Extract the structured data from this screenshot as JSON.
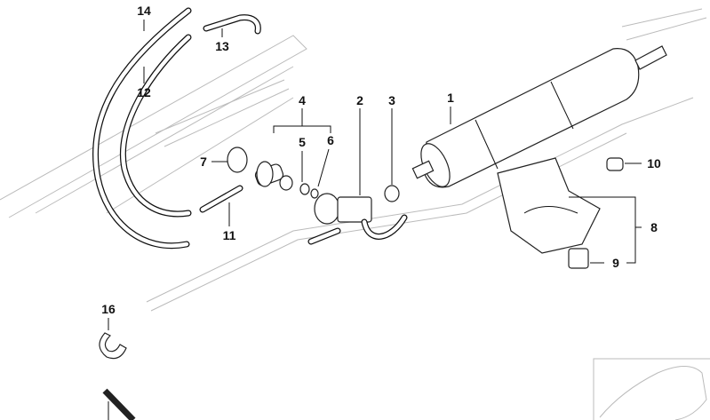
{
  "diagram": {
    "title_hidden": null,
    "callouts": [
      {
        "id": "14",
        "label": "14"
      },
      {
        "id": "13",
        "label": "13"
      },
      {
        "id": "12",
        "label": "12"
      },
      {
        "id": "4",
        "label": "4"
      },
      {
        "id": "2",
        "label": "2"
      },
      {
        "id": "3",
        "label": "3"
      },
      {
        "id": "1",
        "label": "1"
      },
      {
        "id": "5",
        "label": "5"
      },
      {
        "id": "6",
        "label": "6"
      },
      {
        "id": "7",
        "label": "7"
      },
      {
        "id": "10",
        "label": "10"
      },
      {
        "id": "11",
        "label": "11"
      },
      {
        "id": "8",
        "label": "8"
      },
      {
        "id": "9",
        "label": "9"
      },
      {
        "id": "16",
        "label": "16"
      }
    ]
  }
}
